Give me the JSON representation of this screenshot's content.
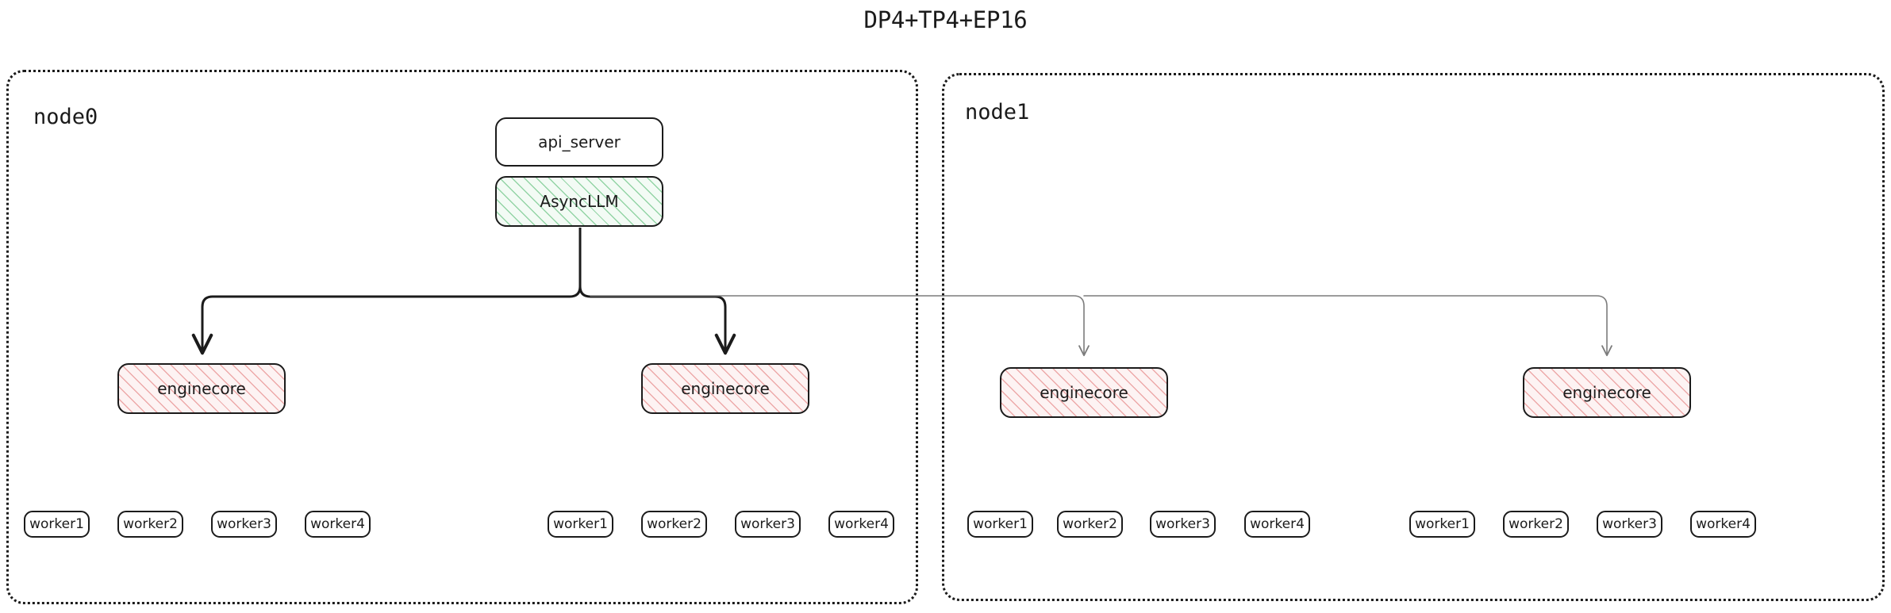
{
  "title": "DP4+TP4+EP16",
  "colors": {
    "stroke": "#1b1b1b",
    "edge_local": "#1b1b1b",
    "edge_remote": "#7c7c7c",
    "hatch_green": "#44b464",
    "hatch_red": "#e27878",
    "background": "#ffffff"
  },
  "nodes": [
    {
      "id": "node0",
      "label": "node0",
      "frontend": {
        "api_server": "api_server",
        "async_llm": "AsyncLLM"
      },
      "enginecores": [
        {
          "label": "enginecore",
          "workers": [
            "worker1",
            "worker2",
            "worker3",
            "worker4"
          ]
        },
        {
          "label": "enginecore",
          "workers": [
            "worker1",
            "worker2",
            "worker3",
            "worker4"
          ]
        }
      ]
    },
    {
      "id": "node1",
      "label": "node1",
      "enginecores": [
        {
          "label": "enginecore",
          "workers": [
            "worker1",
            "worker2",
            "worker3",
            "worker4"
          ]
        },
        {
          "label": "enginecore",
          "workers": [
            "worker1",
            "worker2",
            "worker3",
            "worker4"
          ]
        }
      ]
    }
  ]
}
